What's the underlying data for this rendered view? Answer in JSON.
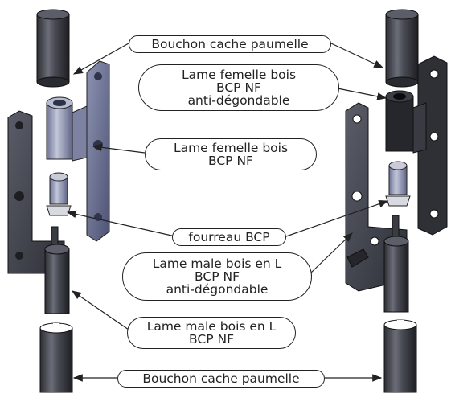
{
  "labels": {
    "bouchon_top": "Bouchon cache paumelle",
    "femelle_anti": "Lame femelle bois\nBCP NF\nanti-dégondable",
    "femelle": "Lame femelle bois\nBCP NF",
    "fourreau": "fourreau BCP",
    "male_anti": "Lame male bois en L\nBCP NF\nanti-dégondable",
    "male": "Lame male bois en L\nBCP NF",
    "bouchon_bottom": "Bouchon cache paumelle"
  },
  "colors": {
    "ink": "#222222",
    "part_dark": "#4a4c55",
    "part_light": "#9aa0b8",
    "part_black": "#2a2a2a"
  }
}
